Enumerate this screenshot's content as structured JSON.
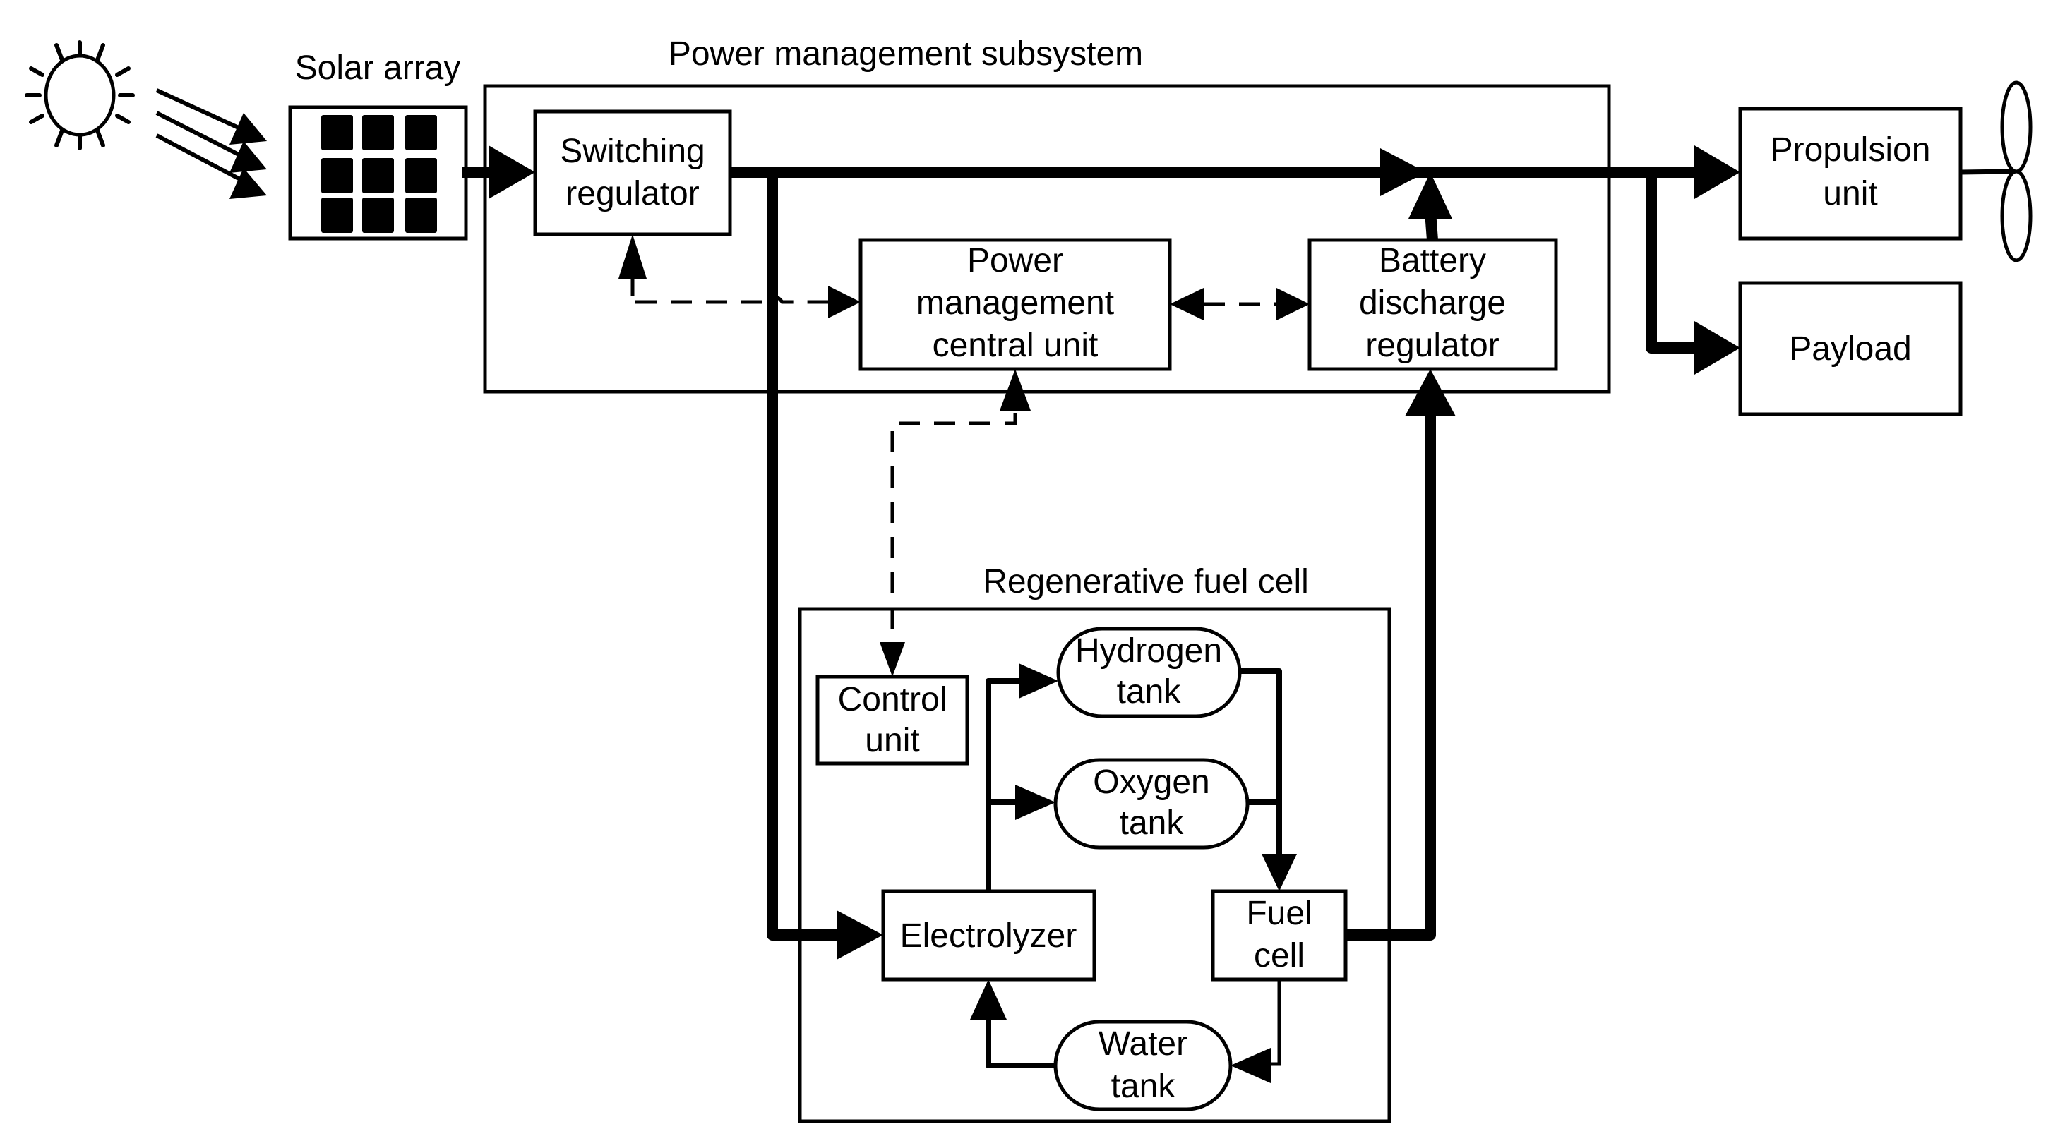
{
  "diagram": {
    "groups": {
      "power_management": "Power management subsystem",
      "regenerative_fuel_cell": "Regenerative fuel cell"
    },
    "solar_array": {
      "label": "Solar array"
    },
    "blocks": {
      "switching_regulator": [
        "Switching",
        "regulator"
      ],
      "pm_central_unit": [
        "Power",
        "management",
        "central unit"
      ],
      "battery_discharge_regulator": [
        "Battery",
        "discharge",
        "regulator"
      ],
      "propulsion_unit": [
        "Propulsion",
        "unit"
      ],
      "payload": [
        "Payload"
      ],
      "control_unit": [
        "Control",
        "unit"
      ],
      "hydrogen_tank": [
        "Hydrogen",
        "tank"
      ],
      "oxygen_tank": [
        "Oxygen",
        "tank"
      ],
      "electrolyzer": [
        "Electrolyzer"
      ],
      "fuel_cell": [
        "Fuel",
        "cell"
      ],
      "water_tank": [
        "Water",
        "tank"
      ]
    },
    "icons": [
      "sun-icon",
      "solar-panel-icon",
      "propeller-icon"
    ],
    "connections": [
      {
        "from": "Sun",
        "to": "Solar array",
        "type": "radiation"
      },
      {
        "from": "Solar array",
        "to": "Switching regulator",
        "type": "power"
      },
      {
        "from": "Switching regulator",
        "to": "Propulsion unit",
        "type": "power"
      },
      {
        "from": "Switching regulator",
        "to": "Payload",
        "type": "power"
      },
      {
        "from": "Switching regulator",
        "to": "Electrolyzer",
        "type": "power"
      },
      {
        "from": "Battery discharge regulator",
        "to": "Main bus",
        "type": "power"
      },
      {
        "from": "Fuel cell",
        "to": "Battery discharge regulator",
        "type": "power"
      },
      {
        "from": "Electrolyzer",
        "to": "Hydrogen tank",
        "type": "flow"
      },
      {
        "from": "Electrolyzer",
        "to": "Oxygen tank",
        "type": "flow"
      },
      {
        "from": "Hydrogen tank",
        "to": "Fuel cell",
        "type": "flow"
      },
      {
        "from": "Oxygen tank",
        "to": "Fuel cell",
        "type": "flow"
      },
      {
        "from": "Fuel cell",
        "to": "Water tank",
        "type": "flow"
      },
      {
        "from": "Water tank",
        "to": "Electrolyzer",
        "type": "flow"
      },
      {
        "from": "Switching regulator",
        "to": "Power management central unit",
        "type": "control"
      },
      {
        "from": "Power management central unit",
        "to": "Battery discharge regulator",
        "type": "control-bidirectional"
      },
      {
        "from": "Power management central unit",
        "to": "Control unit",
        "type": "control-bidirectional"
      }
    ]
  }
}
